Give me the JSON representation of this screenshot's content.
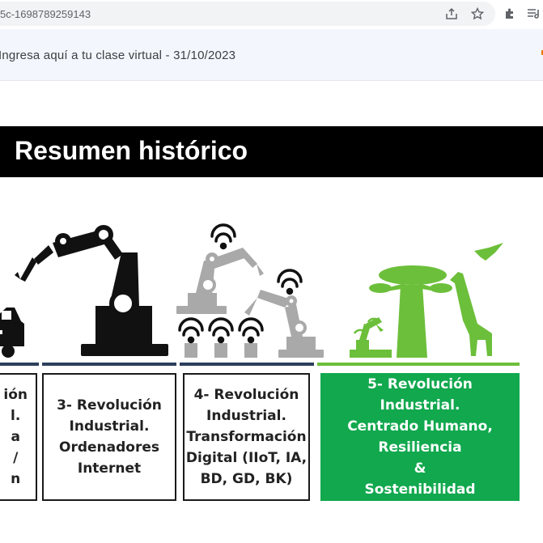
{
  "browser": {
    "url": "5c-1698789259143",
    "icons": [
      "share-icon",
      "star-icon",
      "extensions-icon",
      "reading-list-icon"
    ]
  },
  "bookmarks": {
    "item": "Ingresa aquí a tu clase virtual - 31/10/2023"
  },
  "slide": {
    "title": "Resumen histórico",
    "revolutions": [
      {
        "text": "ión\nl.\na\n/\nn"
      },
      {
        "text": "3- Revolución\nIndustrial.\nOrdenadores\nInternet"
      },
      {
        "text": "4- Revolución\nIndustrial.\nTransformación\nDigital (IIoT, IA,\nBD, GD, BK)"
      },
      {
        "text": "5- Revolución\nIndustrial.\nCentrado Humano,\nResiliencia\n&\nSostenibilidad"
      }
    ],
    "colors": {
      "accent_green": "#11a84e",
      "illustration_green": "#6cbf3a",
      "header_bg": "#000000"
    }
  }
}
